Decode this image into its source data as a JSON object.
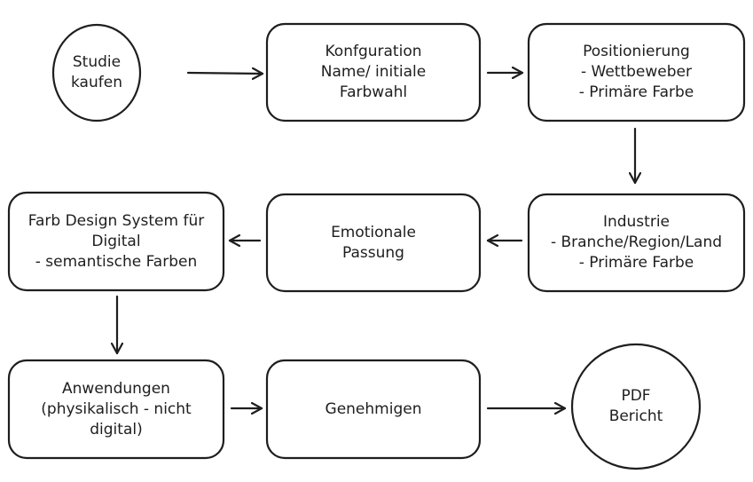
{
  "nodes": {
    "studie_kaufen": "Studie\nkaufen",
    "konfiguration": "Konfguration\nName/ initiale\nFarbwahl",
    "positionierung": "Positionierung\n- Wettbeweber\n- Primäre Farbe",
    "industrie": "Industrie\n- Branche/Region/Land\n- Primäre Farbe",
    "emotionale_passung": "Emotionale\nPassung",
    "farb_design_system": "Farb Design System für\nDigital\n- semantische Farben",
    "anwendungen": "Anwendungen\n(physikalisch - nicht\ndigital)",
    "genehmigen": "Genehmigen",
    "pdf_bericht": "PDF\nBericht"
  },
  "colors": {
    "stroke": "#1e1e1e",
    "fill": "#ffffff",
    "background": "#ffffff"
  }
}
